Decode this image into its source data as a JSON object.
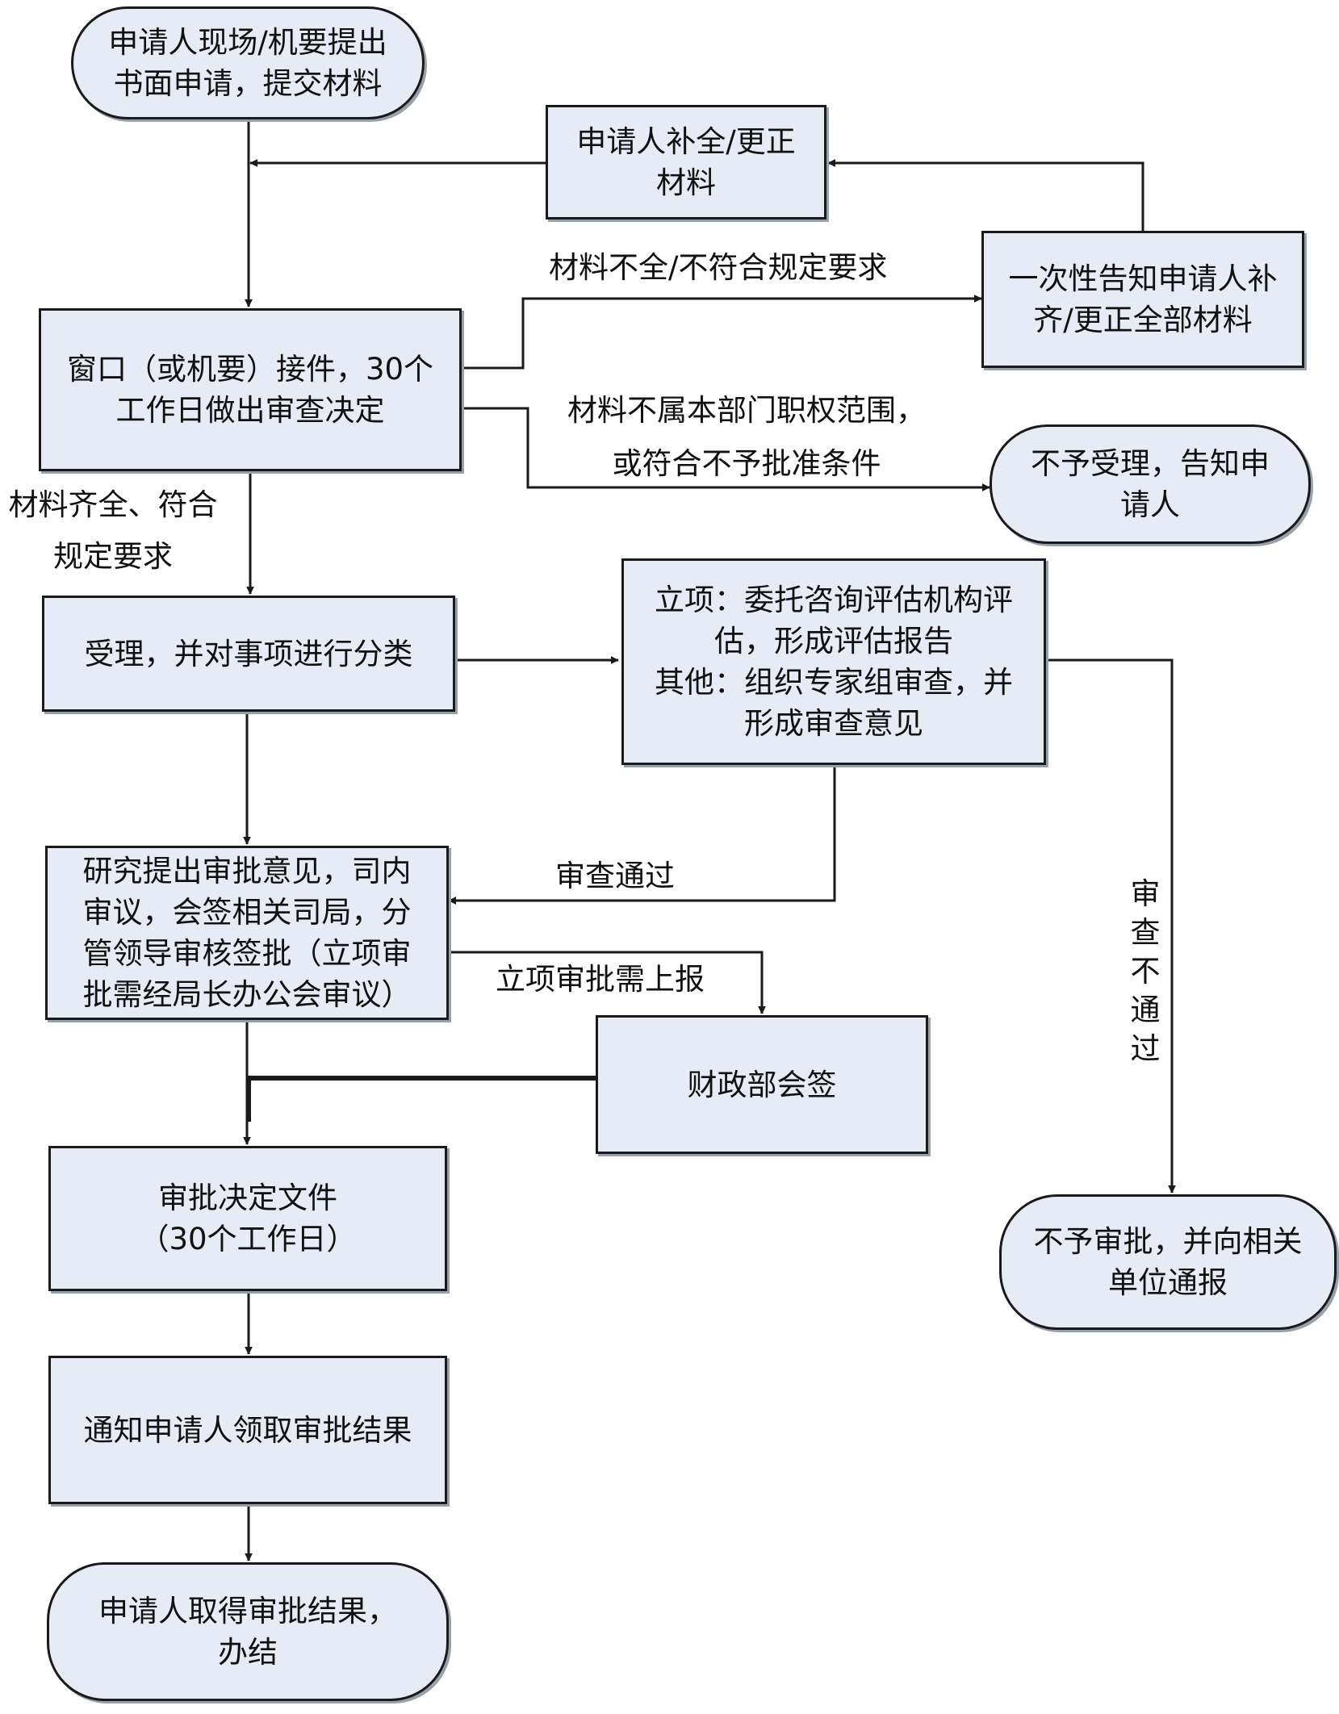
{
  "nodes": {
    "start": "申请人现场/机要提出\n书面申请，提交材料",
    "supplement": "申请人补全/更正\n材料",
    "notify_once": "一次性告知申请人补\n齐/更正全部材料",
    "window_accept": "窗口（或机要）接件，30个\n工作日做出审查决定",
    "not_accept": "不予受理，告知申\n请人",
    "classify": "受理，并对事项进行分类",
    "evaluate": "立项：委托咨询评估机构评\n估，形成评估报告\n其他：组织专家组审查，并\n形成审查意见",
    "research": "研究提出审批意见，司内\n审议，会签相关司局，分\n管领导审核签批（立项审\n批需经局长办公会审议）",
    "finance": "财政部会签",
    "decision": "审批决定文件\n（30个工作日）",
    "reject": "不予审批，并向相关\n单位通报",
    "notify_result": "通知申请人领取审批结果",
    "end": "申请人取得审批结果，\n办结"
  },
  "edge_labels": {
    "incomplete": "材料不全/不符合规定要求",
    "out_of_scope": "材料不属本部门职权范围，\n或符合不予批准条件",
    "complete": "材料齐全、符合\n规定要求",
    "review_pass": "审查通过",
    "report_up": "立项审批需上报",
    "review_fail": "审\n查\n不\n通\n过"
  },
  "colors": {
    "node_fill": "#e6ebf5",
    "line": "#1a1a1a"
  }
}
